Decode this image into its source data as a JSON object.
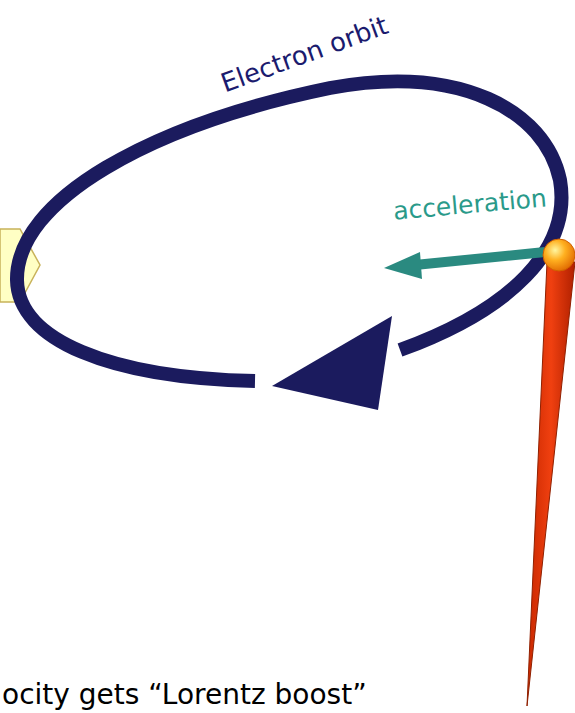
{
  "diagram": {
    "labels": [
      "Electron orbit",
      "acceleration",
      "ocity gets “Lorentz boost”"
    ]
  }
}
